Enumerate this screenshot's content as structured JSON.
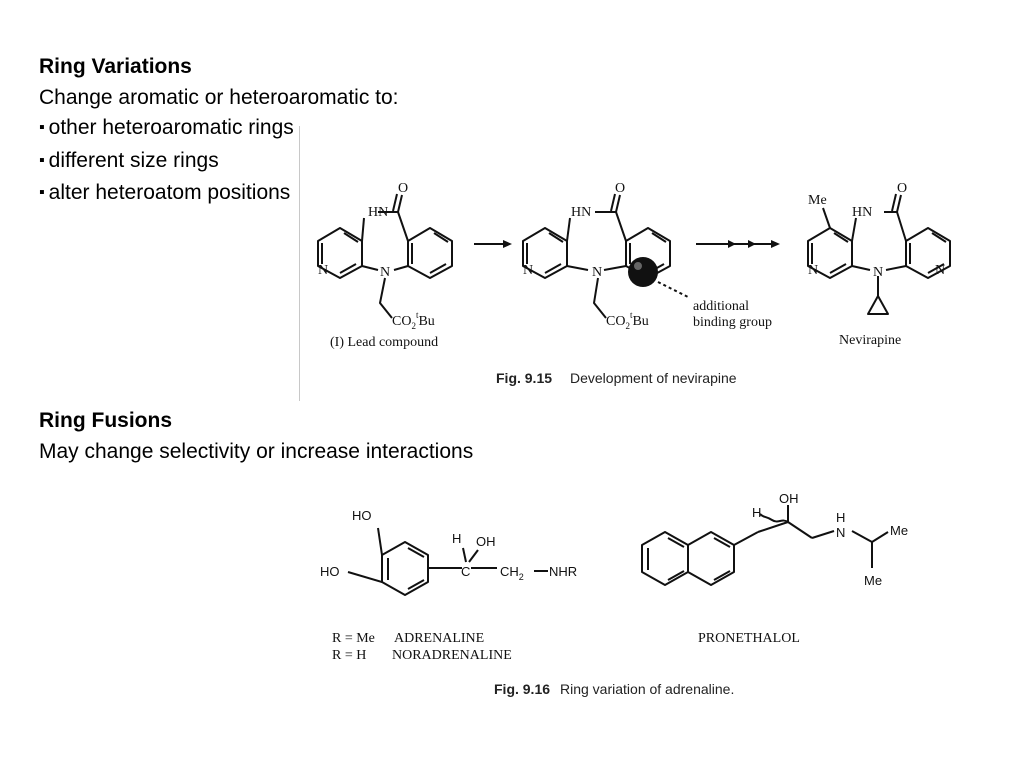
{
  "section1": {
    "heading": "Ring Variations",
    "subtitle": "Change aromatic or heteroaromatic to:",
    "bullets": [
      "other heteroaromatic rings",
      "different size rings",
      "alter heteroatom positions"
    ]
  },
  "section2": {
    "heading": "Ring Fusions",
    "subtitle": "May change selectivity or increase interactions"
  },
  "fig915": {
    "labels": {
      "hn": "HN",
      "o": "O",
      "n": "N",
      "me": "Me",
      "co2": "CO",
      "sub2": "2",
      "supt": "t",
      "bu": "Bu",
      "additional": "additional",
      "binding_group": "binding group",
      "lead_compound": "(I)  Lead compound",
      "nevirapine": "Nevirapine"
    },
    "caption_num": "Fig. 9.15",
    "caption_text": "Development of nevirapine"
  },
  "fig916": {
    "labels": {
      "ho": "HO",
      "oh": "OH",
      "h": "H",
      "c": "C",
      "ch": "CH",
      "sub2": "2",
      "nhr": "NHR",
      "n": "N",
      "me": "Me",
      "r_me": "R = Me",
      "adrenaline": "ADRENALINE",
      "r_h": "R = H",
      "noradrenaline": "NORADRENALINE",
      "pronethalol": "PRONETHALOL"
    },
    "caption_num": "Fig. 9.16",
    "caption_text": "Ring variation of adrenaline."
  }
}
